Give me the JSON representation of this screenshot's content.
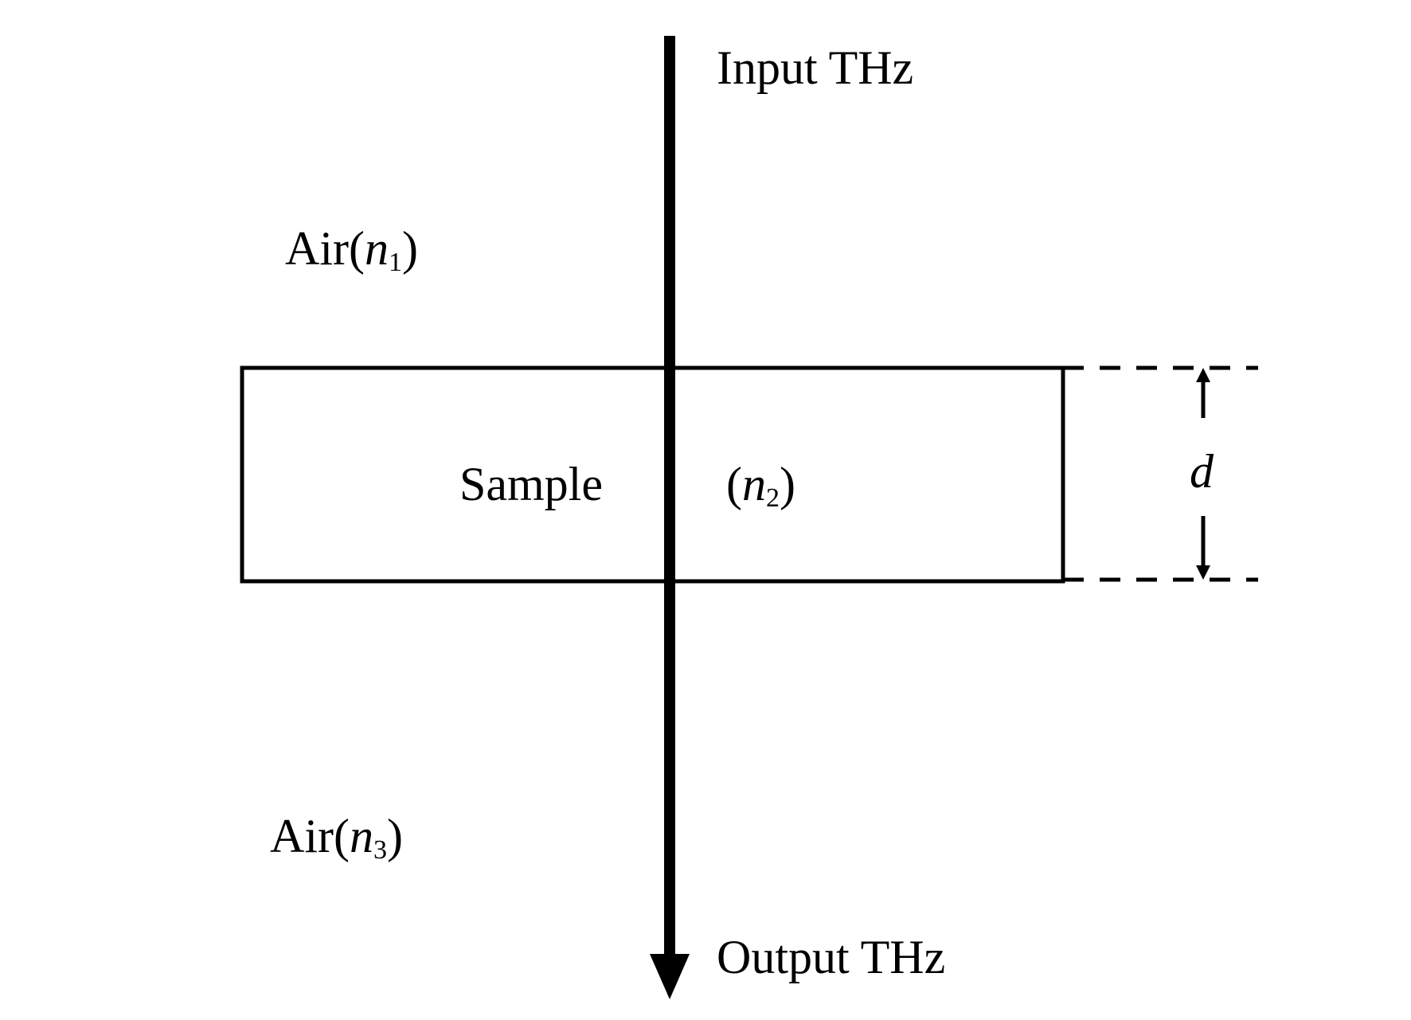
{
  "labels": {
    "input": "Input THz",
    "output": "Output THz",
    "air_top": {
      "prefix": "Air(",
      "var": "n",
      "sub": "1",
      "suffix": ")"
    },
    "sample": "Sample",
    "sample_index": {
      "prefix": "(",
      "var": "n",
      "sub": "2",
      "suffix": ")"
    },
    "air_bottom": {
      "prefix": "Air(",
      "var": "n",
      "sub": "3",
      "suffix": ")"
    },
    "thickness": "d"
  },
  "colors": {
    "line": "#000000",
    "background": "#ffffff"
  }
}
